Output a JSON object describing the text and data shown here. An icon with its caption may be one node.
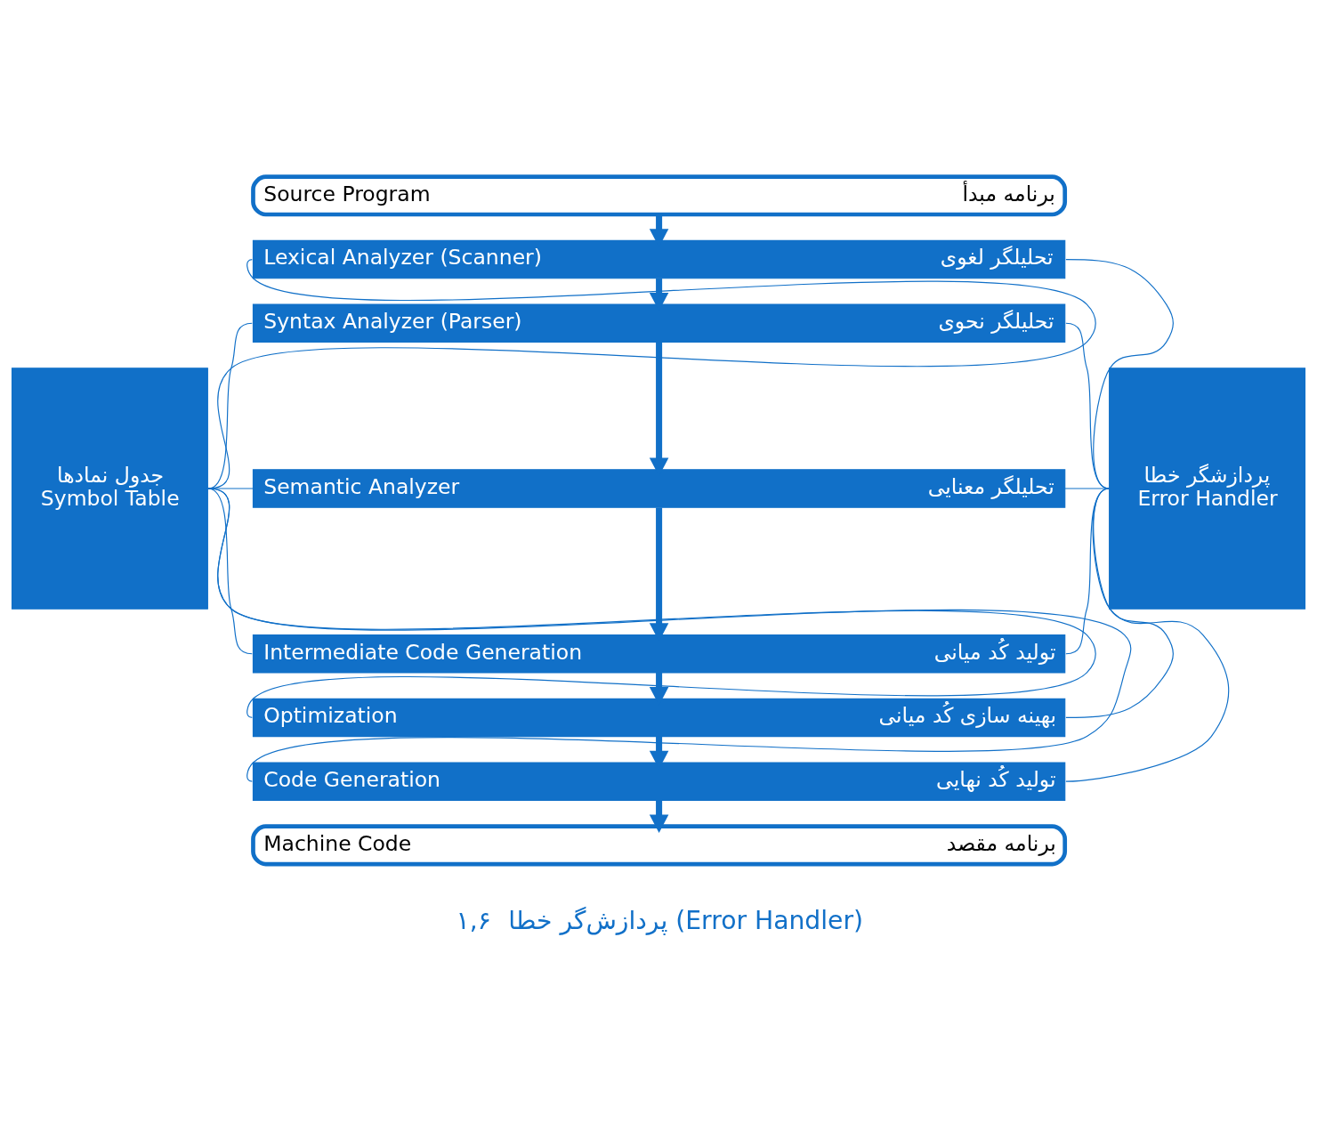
{
  "diagram": {
    "nodes": [
      {
        "text": [
          "برنامه مبدأ",
          "Source Program"
        ]
      },
      {
        "text": [
          "تحلیلگر لغوی",
          "Lexical Analyzer (Scanner)"
        ]
      },
      {
        "text": [
          "تحلیلگر نحوی",
          "Syntax Analyzer (Parser)"
        ]
      },
      {
        "text": [
          "تحلیلگر معنایی",
          "Semantic Analyzer"
        ]
      },
      {
        "text": [
          "تولید کُد میانی",
          "Intermediate Code Generation"
        ]
      },
      {
        "text": [
          "بهینه سازی کُد میانی",
          "Optimization"
        ]
      },
      {
        "text": [
          "تولید کُد نهایی",
          "Code Generation"
        ]
      },
      {
        "text": [
          "برنامه مقصد",
          "Machine Code"
        ]
      },
      {
        "text": [
          "جدول نمادها",
          "Symbol Table"
        ]
      },
      {
        "text": [
          "پردازشگر خطا",
          "Error Handler"
        ]
      }
    ],
    "edges": [
      {
        "from": 0,
        "to": 1,
        "arrow": "to",
        "style": "thick"
      },
      {
        "from": 1,
        "to": 2,
        "arrow": "to",
        "style": "thick"
      },
      {
        "from": 2,
        "to": 3,
        "arrow": "to",
        "style": "thick"
      },
      {
        "from": 3,
        "to": 4,
        "arrow": "to",
        "style": "thick"
      },
      {
        "from": 4,
        "to": 5,
        "arrow": "to",
        "style": "thick"
      },
      {
        "from": 5,
        "to": 6,
        "arrow": "to",
        "style": "thick"
      },
      {
        "from": 6,
        "to": 7,
        "arrow": "to",
        "style": "thick"
      },
      {
        "from": 8,
        "to": 1,
        "arrow": "none"
      },
      {
        "from": 8,
        "to": 2,
        "arrow": "none"
      },
      {
        "from": 8,
        "to": 3,
        "arrow": "none"
      },
      {
        "from": 8,
        "to": 4,
        "arrow": "none"
      },
      {
        "from": 8,
        "to": 5,
        "arrow": "none"
      },
      {
        "from": 8,
        "to": 6,
        "arrow": "none"
      },
      {
        "from": 9,
        "to": 1,
        "arrow": "none"
      },
      {
        "from": 9,
        "to": 2,
        "arrow": "none"
      },
      {
        "from": 9,
        "to": 3,
        "arrow": "none"
      },
      {
        "from": 9,
        "to": 4,
        "arrow": "none"
      },
      {
        "from": 9,
        "to": 5,
        "arrow": "none"
      },
      {
        "from": 9,
        "to": 6,
        "arrow": "none"
      }
    ],
    "labels": [
      "۱,۶",
      "پردازش‌گر خطا (Error Handler)"
    ]
  }
}
